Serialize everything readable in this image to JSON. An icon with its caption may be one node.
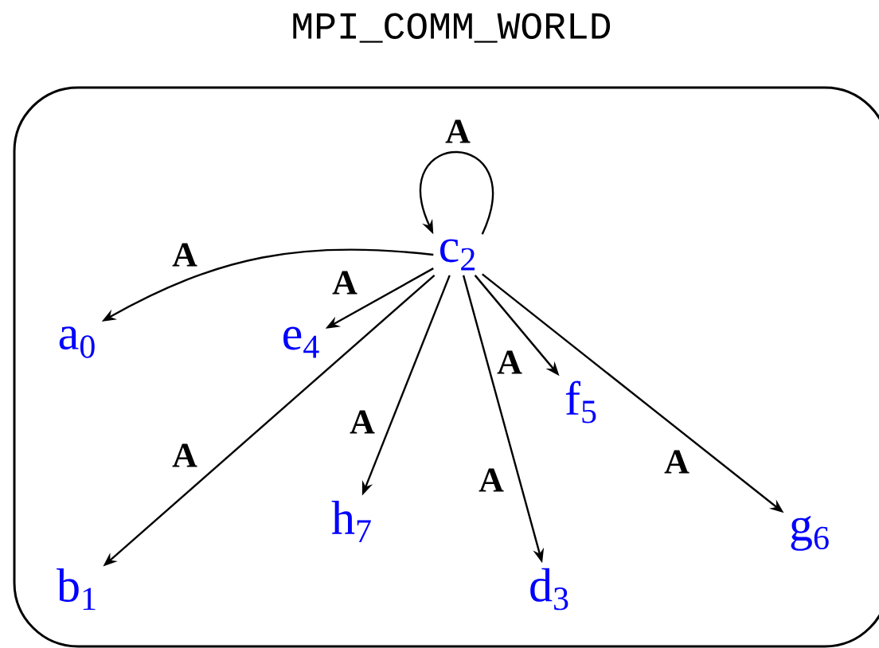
{
  "diagram": {
    "nodes": [
      {
        "text": [
          "MPI_COMM_WORLD"
        ]
      },
      {
        "text": [
          "a$_{0}$"
        ],
        "in": 0
      },
      {
        "text": [
          "b$_{1}$"
        ],
        "in": 0
      },
      {
        "text": [
          "c$_{2}$"
        ],
        "in": 0
      },
      {
        "text": [
          "d$_{3}$"
        ],
        "in": 0
      },
      {
        "text": [
          "e$_{4}$"
        ],
        "in": 0
      },
      {
        "text": [
          "f$_{5}$"
        ],
        "in": 0
      },
      {
        "text": [
          "g$_{6}$"
        ],
        "in": 0
      },
      {
        "text": [
          "h$_{7}$"
        ],
        "in": 0
      }
    ],
    "edges": [
      {
        "from": 3,
        "to": 3,
        "arrow": "to",
        "label": "A"
      },
      {
        "from": 3,
        "to": 1,
        "arrow": "to",
        "label": "A"
      },
      {
        "from": 3,
        "to": 5,
        "arrow": "to",
        "label": "A"
      },
      {
        "from": 3,
        "to": 2,
        "arrow": "to",
        "label": "A"
      },
      {
        "from": 3,
        "to": 8,
        "arrow": "to",
        "label": "A"
      },
      {
        "from": 3,
        "to": 4,
        "arrow": "to",
        "label": "A"
      },
      {
        "from": 3,
        "to": 6,
        "arrow": "to",
        "label": "A"
      },
      {
        "from": 3,
        "to": 7,
        "arrow": "to",
        "label": "A"
      }
    ]
  }
}
